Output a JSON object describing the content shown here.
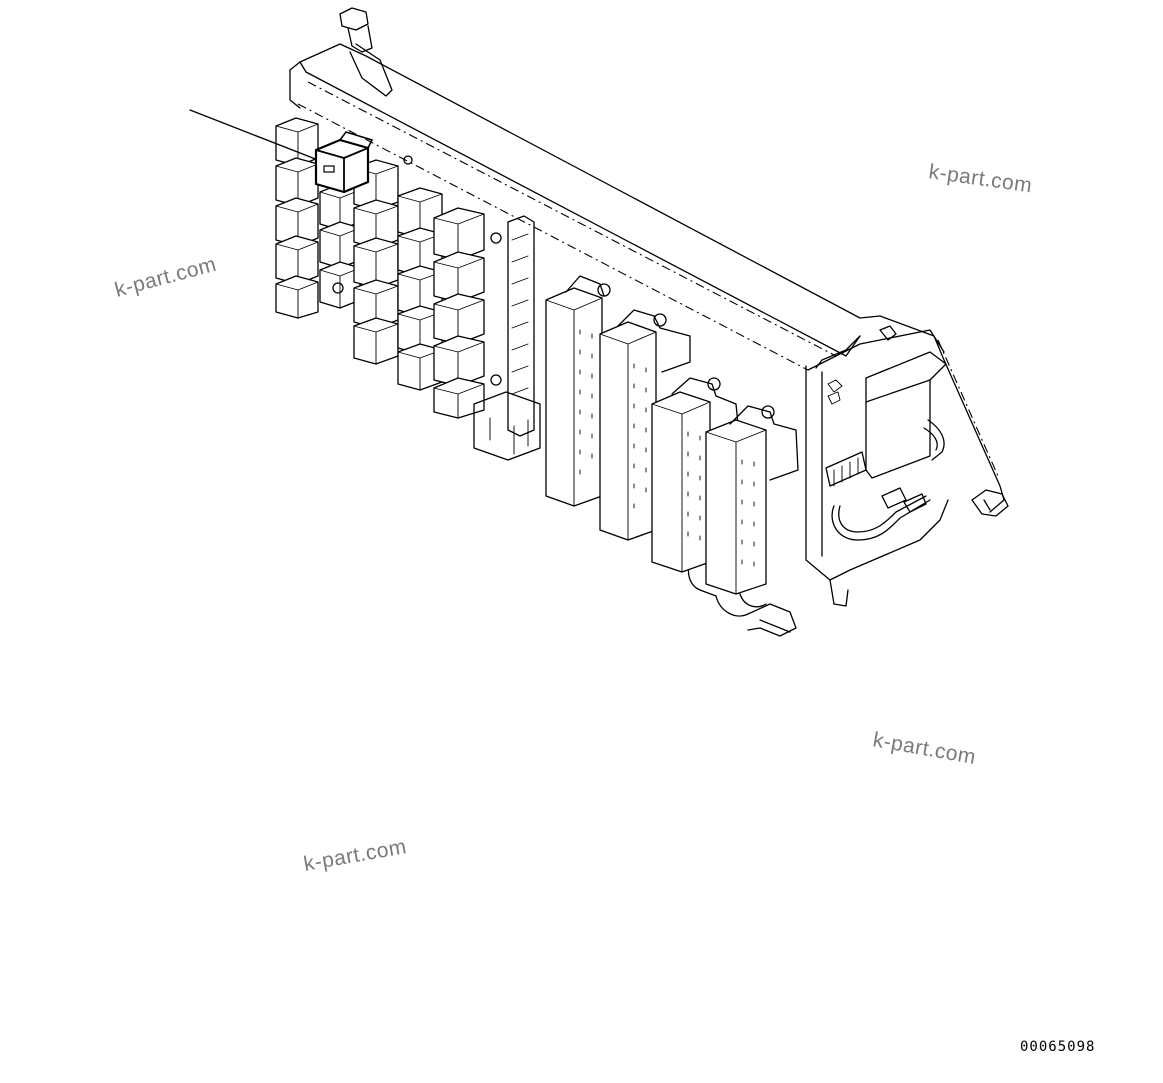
{
  "diagram": {
    "figure_number": "00065098",
    "watermarks": [
      "k-part.com",
      "k-part.com",
      "k-part.com",
      "k-part.com"
    ],
    "highlighted_part": "relay",
    "colors": {
      "line": "#000000",
      "background": "#ffffff",
      "watermark": "#7a7a7a"
    }
  }
}
